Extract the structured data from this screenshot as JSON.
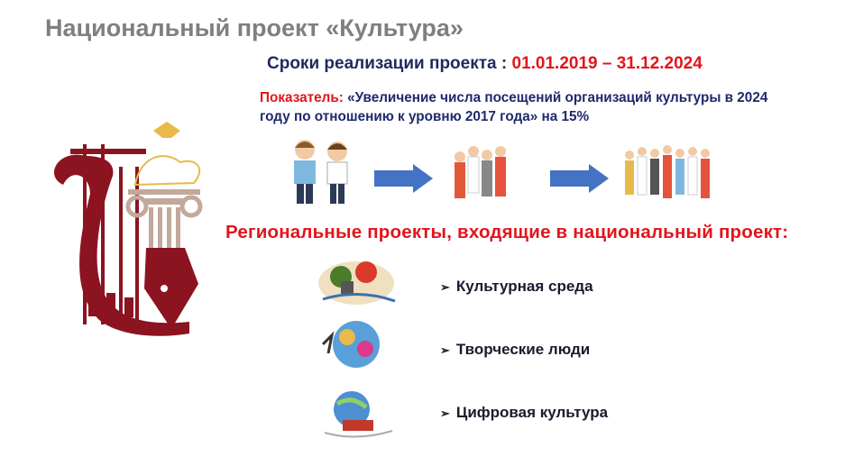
{
  "title": "Национальный проект «Культура»",
  "dates": {
    "label": "Сроки реализации проекта : ",
    "value": "01.01.2019 – 31.12.2024"
  },
  "indicator": {
    "label": "Показатель:",
    "text": "«Увеличение числа посещений организаций культуры в 2024 году по отношению к уровню 2017 года» на 15%"
  },
  "regional": {
    "heading": "Региональные проекты, входящие в национальный проект:",
    "items": [
      {
        "label": "Культурная среда",
        "icon": "culture-collage-icon"
      },
      {
        "label": "Творческие люди",
        "icon": "creative-people-icon"
      },
      {
        "label": "Цифровая культура",
        "icon": "globe-computer-icon"
      }
    ]
  },
  "colors": {
    "accent": "#e3141c",
    "navy": "#1f2a5c",
    "lyre": "#8b1420",
    "gold": "#e9b949",
    "column": "#c2a99b",
    "arrow": "#4472c4"
  }
}
